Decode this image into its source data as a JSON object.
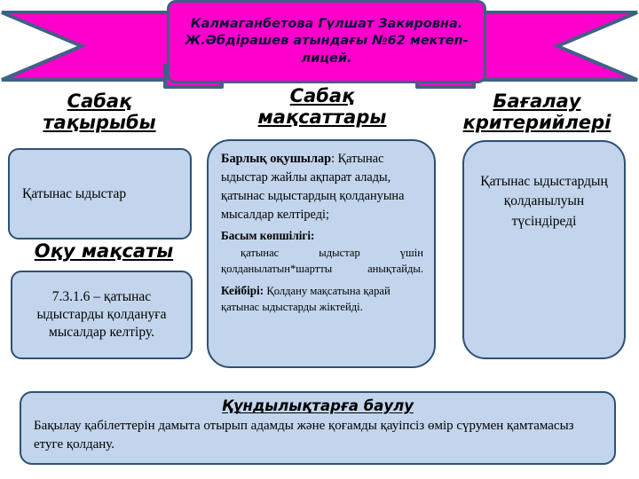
{
  "slide": {
    "banner": {
      "line1": "Калмаганбетова Гүлшат Закировна.",
      "line2": "Ж.Әбдірашев атындағы №62 мектеп-лицей.",
      "fill_color": "#FF00CC",
      "border_color": "#3F6184"
    },
    "headings": {
      "left": "Сабақ тақырыбы",
      "middle": "Сабақ мақсаттары",
      "right": "Бағалау критерийлері",
      "learning_goal": "Оқу мақсаты"
    },
    "boxes": {
      "topic": "Қатынас ыдыстар",
      "learning_goal": "7.3.1.6 – қатынас ыдыстарды қолдануға мысалдар келтіру.",
      "criteria": "Қатынас ыдыстардың қолданылуын түсіндіреді",
      "objectives": {
        "all_label": "Барлық оқушылар",
        "all_text": ": Қатынас ыдыстар жайлы ақпарат алады, қатынас ыдыстардың қолдануына мысалдар келтіреді;",
        "most_label": "Басым көпшілігі:",
        "most_text": "қатынас ыдыстар үшін қолданылатын*шартты анықтайды.",
        "some_label": "Кейбірі:",
        "some_text": " Қолдану мақсатына қарай қатынас ыдыстарды жіктейді."
      },
      "values": {
        "title": "Құндылықтарға баулу",
        "body": "Бақылау қабілеттерін дамыта отырып адамды және қоғамды қауіпсіз өмір сүрумен қамтамасыз етуге қолдану."
      },
      "fill_color": "#C2D5EC",
      "border_color": "#2E5173"
    }
  }
}
